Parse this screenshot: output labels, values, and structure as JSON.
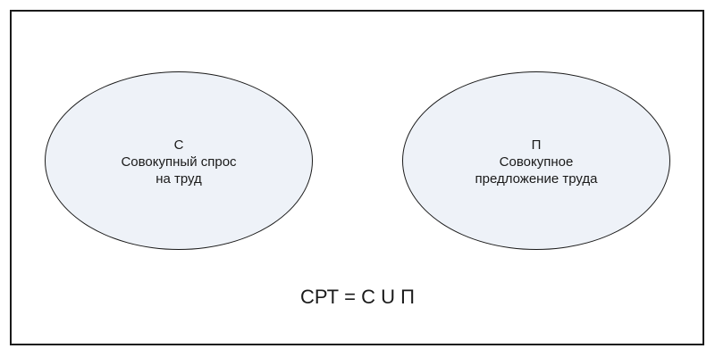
{
  "sets": [
    {
      "symbol": "С",
      "line1": "Совокупный спрос",
      "line2": "на труд"
    },
    {
      "symbol": "П",
      "line1": "Совокупное",
      "line2": "предложение труда"
    }
  ],
  "formula": "СРТ = С U П",
  "colors": {
    "ellipse_fill": "#eef2f8",
    "stroke": "#1a1a1a"
  }
}
